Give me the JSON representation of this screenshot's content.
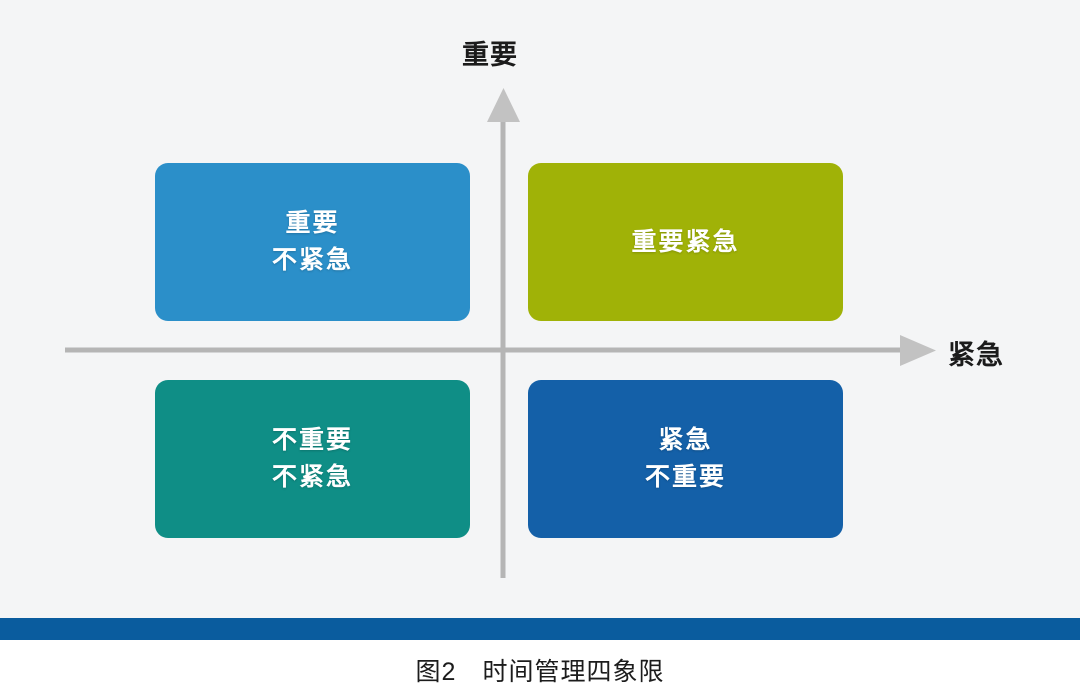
{
  "figure": {
    "background_color": "#f4f5f6",
    "caption": "图2　时间管理四象限",
    "divider_color": "#0a5c9e",
    "axes": {
      "vertical_label": "重要",
      "horizontal_label": "紧急",
      "line_color": "#b5b5b5",
      "arrow_color": "#c0c0c0"
    },
    "quadrants": [
      {
        "id": "important-not-urgent",
        "position": "top-left",
        "lines": [
          "重要",
          "不紧急"
        ],
        "text": "重要\n不紧急",
        "color": "#2b8fc9",
        "side_color": "#1d6e9e"
      },
      {
        "id": "important-urgent",
        "position": "top-right",
        "lines": [
          "重要紧急"
        ],
        "text": "重要紧急",
        "color": "#a0b207",
        "side_color": "#7c8a05"
      },
      {
        "id": "not-important-not-urgent",
        "position": "bottom-left",
        "lines": [
          "不重要",
          "不紧急"
        ],
        "text": "不重要\n不紧急",
        "color": "#0f8e86",
        "side_color": "#0a6d67"
      },
      {
        "id": "urgent-not-important",
        "position": "bottom-right",
        "lines": [
          "紧急",
          "不重要"
        ],
        "text": "紧急\n不重要",
        "color": "#1460a8",
        "side_color": "#0e4a82"
      }
    ]
  }
}
